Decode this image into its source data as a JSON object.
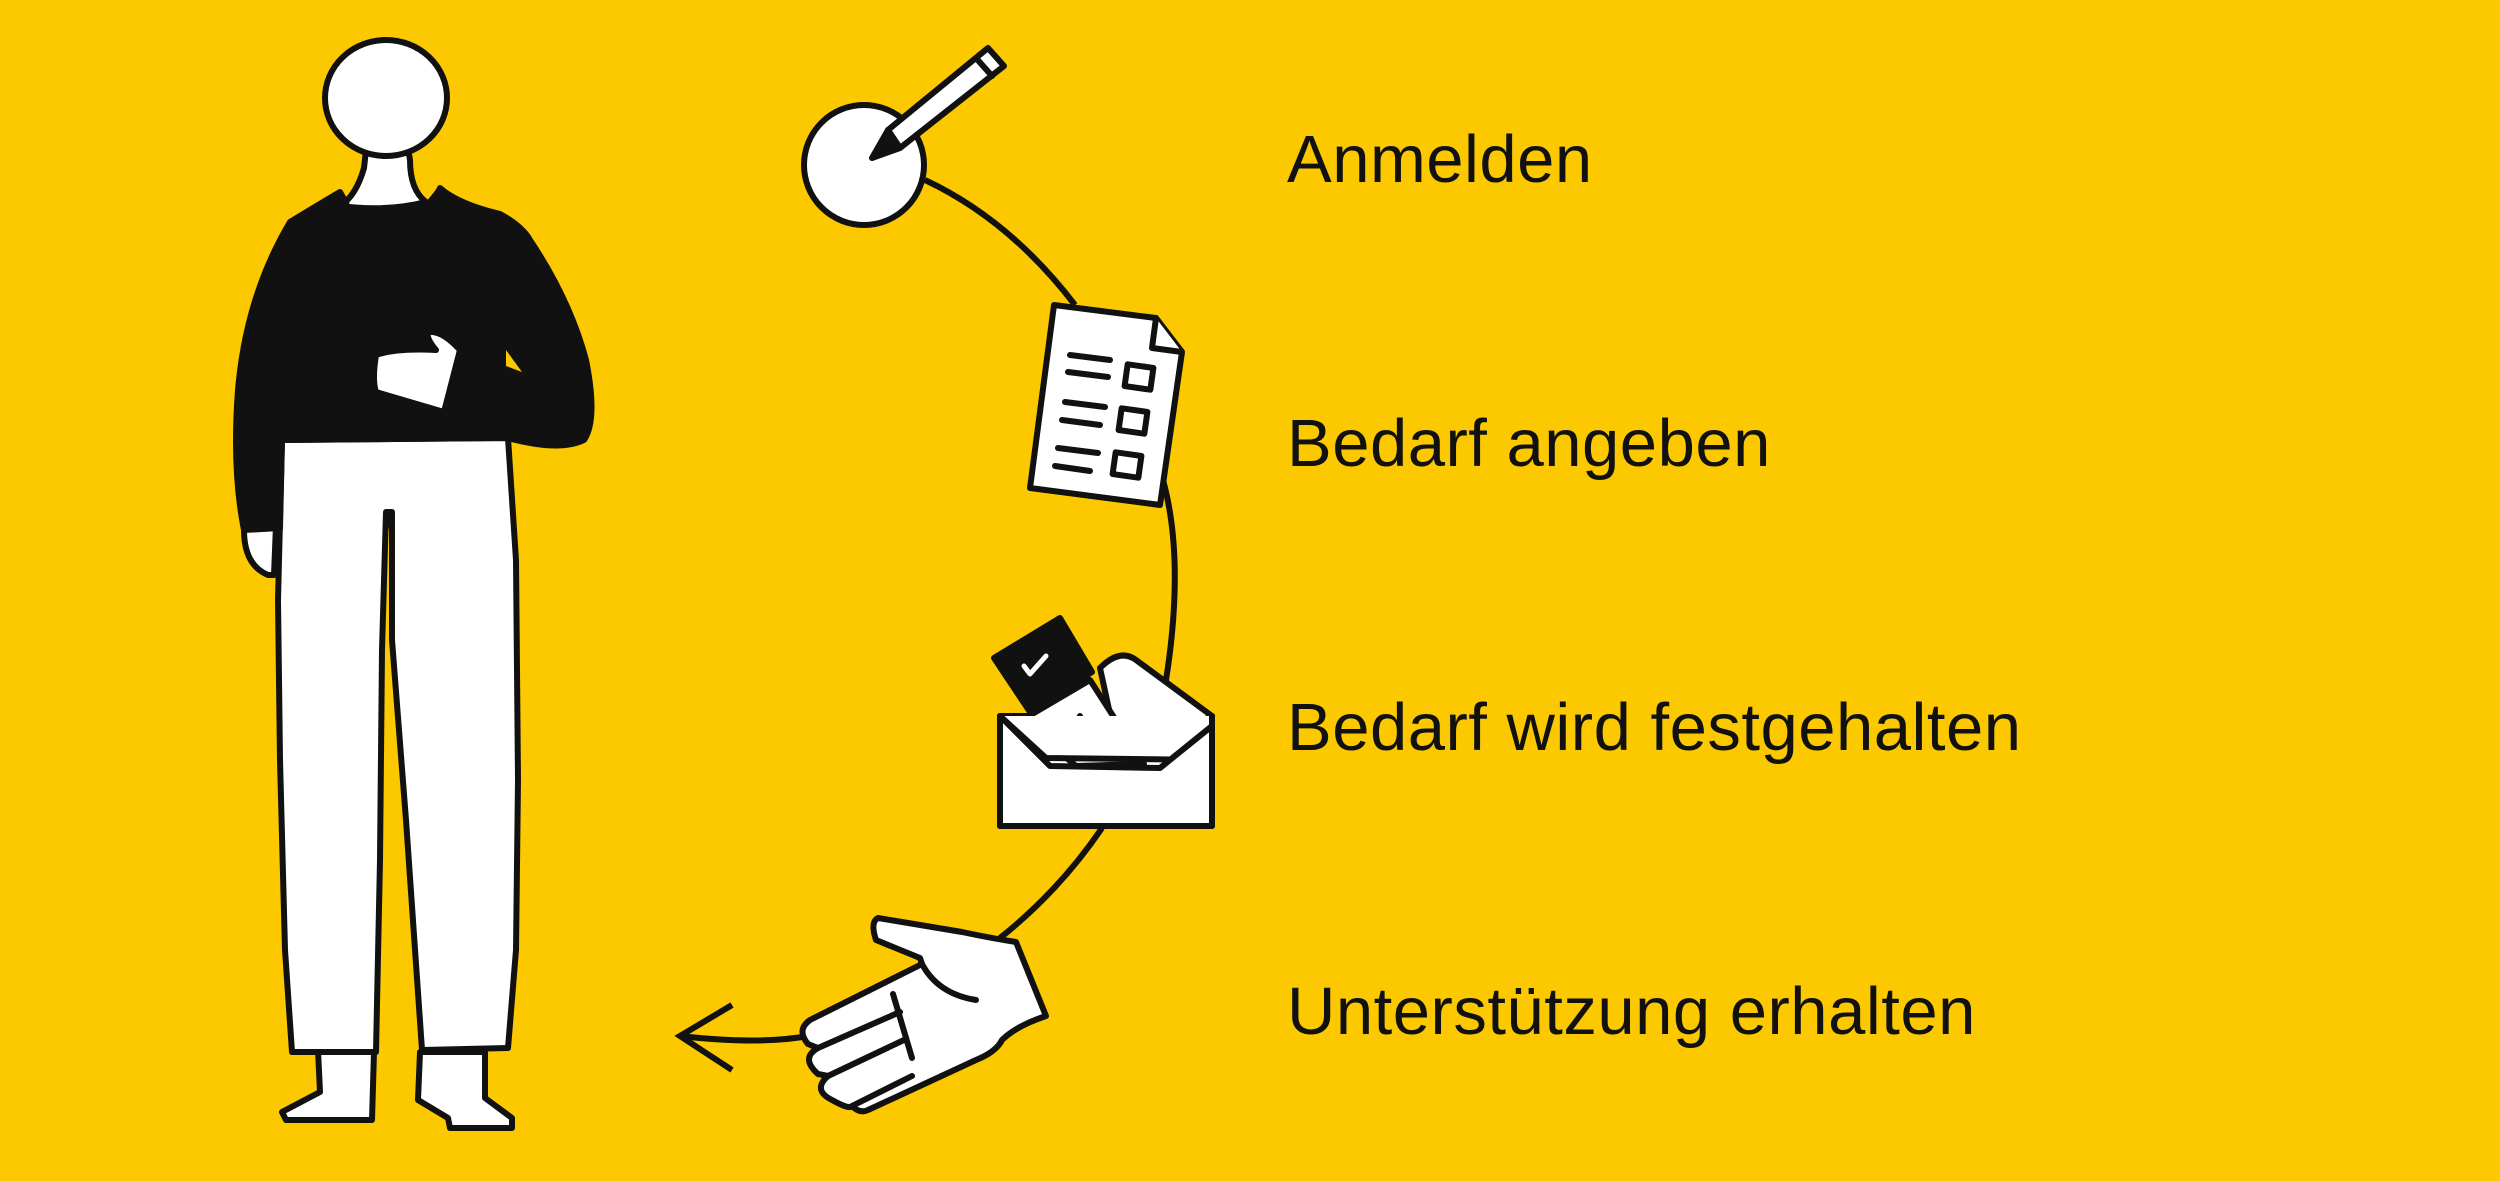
{
  "colors": {
    "background": "#FCC800",
    "ink": "#111111",
    "fill": "#FFFFFF"
  },
  "steps": [
    {
      "label": "Anmelden",
      "icon": "pencil-signature-icon"
    },
    {
      "label": "Bedarf angeben",
      "icon": "checklist-form-icon"
    },
    {
      "label": "Bedarf wird festgehalten",
      "icon": "envelope-with-documents-icon"
    },
    {
      "label": "Unterstützung erhalten",
      "icon": "receiving-hand-icon"
    }
  ],
  "figure": {
    "icon": "standing-person-illustration"
  }
}
